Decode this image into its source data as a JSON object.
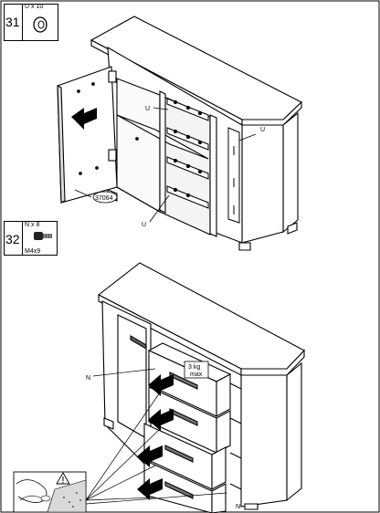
{
  "step31": {
    "number": "31",
    "part_qty": "U x 10",
    "part_icon": "ring-washer-icon",
    "labels": {
      "u1": "U",
      "u2": "U",
      "u3": "U",
      "part_code": "37064"
    }
  },
  "step32": {
    "number": "32",
    "part_qty": "N x 8",
    "part_spec": "M4x9",
    "part_icon": "screw-icon",
    "labels": {
      "n1": "N",
      "n2": "N",
      "load_value": "3 kg",
      "load_note": "max"
    }
  }
}
